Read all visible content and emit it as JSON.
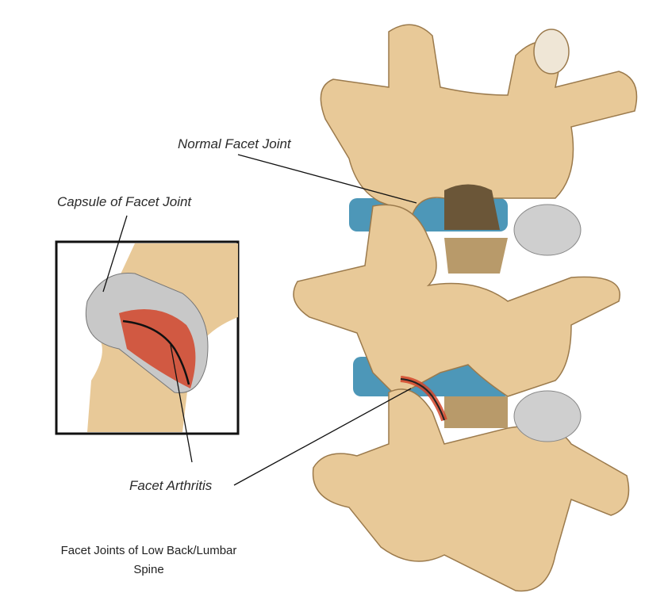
{
  "labels": {
    "normal_facet_joint": "Normal Facet Joint",
    "capsule": "Capsule of Facet Joint",
    "arthritis": "Facet Arthritis"
  },
  "caption": "Facet Joints of Low Back/Lumbar Spine",
  "colors": {
    "bone": "#e8c998",
    "bone_shadow": "#c9a26b",
    "disc": "#4d97b8",
    "capsule": "#c8c8c8",
    "inflammation": "#d2452a",
    "line": "#111111"
  }
}
